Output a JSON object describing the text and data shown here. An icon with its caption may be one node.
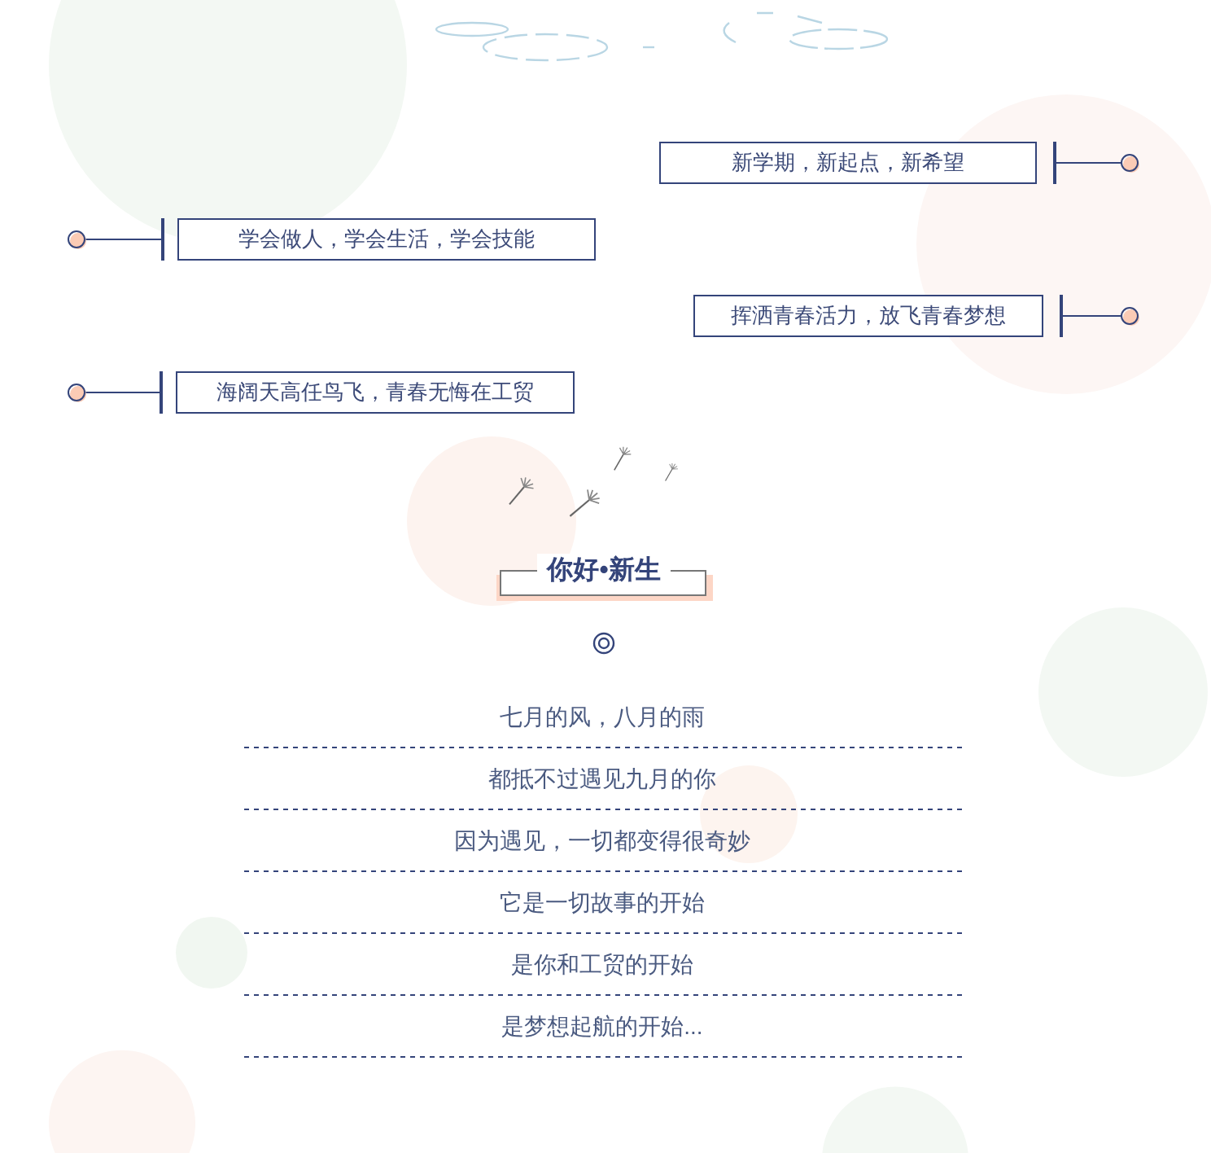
{
  "diagram": {
    "title": "你好•新生",
    "nodes": [
      {
        "text": [
          "新学期，新起点，新希望"
        ]
      },
      {
        "text": [
          "学会做人，学会生活，学会技能"
        ]
      },
      {
        "text": [
          "挥洒青春活力，放飞青春梦想"
        ]
      },
      {
        "text": [
          "海阔天高任鸟飞，青春无悔在工贸"
        ]
      }
    ],
    "labels": [
      "七月的风，八月的雨",
      "都抵不过遇见九月的你",
      "因为遇见，一切都变得很奇妙",
      "它是一切故事的开始",
      "是你和工贸的开始",
      "是梦想起航的开始..."
    ]
  }
}
